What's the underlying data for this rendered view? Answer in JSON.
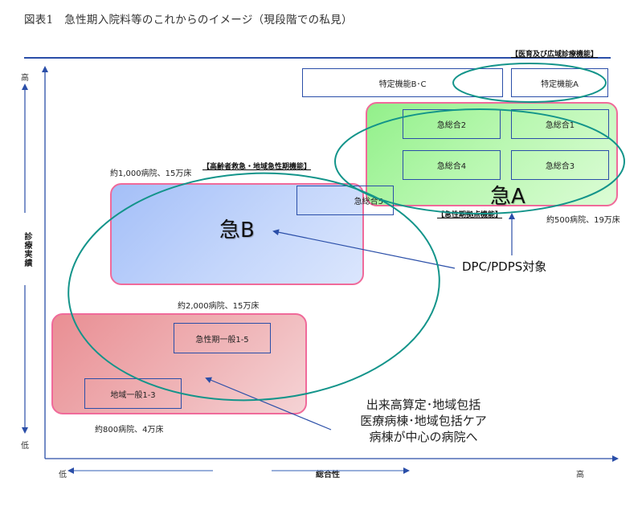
{
  "title": "図表1　急性期入院料等のこれからのイメージ（現段階での私見）",
  "categories": {
    "top_right": "【医育及び広域診療機能】",
    "middle_left": "【高齢者救急・地域急性期機能】",
    "acute_base": "【急性期拠点機能】"
  },
  "boxes": {
    "tokutei_bc": "特定機能B･C",
    "tokutei_a": "特定機能A",
    "kyusogo_1": "急総合1",
    "kyusogo_2": "急総合2",
    "kyusogo_3": "急総合3",
    "kyusogo_4": "急総合4",
    "kyusogo_5": "急総合5",
    "acute_general": "急性期一般1-5",
    "community_general": "地域一般1-3"
  },
  "zones": {
    "a_label": "急A",
    "b_label": "急B"
  },
  "counts": {
    "zone_a": "約500病院、19万床",
    "zone_b": "約1,000病院、15万床",
    "acute_general": "約2,000病院、15万床",
    "community_general": "約800病院、4万床"
  },
  "annotations": {
    "dpc": "DPC/PDPS対象",
    "note_lines": [
      "出来高算定･地域包括",
      "医療病棟･地域包括ケア",
      "病棟が中心の病院へ"
    ]
  },
  "axes": {
    "y_label": "診療実績",
    "y_high": "高",
    "y_low": "低",
    "x_label": "総合性",
    "x_low": "低",
    "x_high": "高"
  },
  "colors": {
    "axis_blue": "#2a4ea8",
    "ellipse_teal": "#13948a",
    "zone_border_pink": "#f06a9a",
    "zone_a_green": "#b6f7ae",
    "zone_b_blue": "#c4d6fb",
    "zone_c_red": "#efb3b6"
  }
}
